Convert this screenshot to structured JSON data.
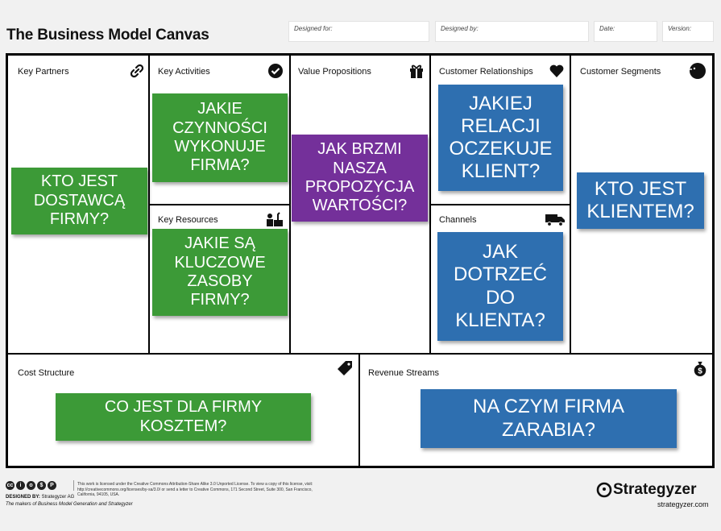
{
  "header": {
    "title": "The Business Model Canvas",
    "fields": [
      {
        "label": "Designed for:"
      },
      {
        "label": "Designed by:"
      },
      {
        "label": "Date:"
      },
      {
        "label": "Version:"
      }
    ]
  },
  "blocks": {
    "key_partners": {
      "label": "Key Partners",
      "icon": "link-icon"
    },
    "key_activities": {
      "label": "Key Activities",
      "icon": "checkmark-icon"
    },
    "key_resources": {
      "label": "Key Resources",
      "icon": "factory-worker-icon"
    },
    "value_propositions": {
      "label": "Value Propositions",
      "icon": "gift-icon"
    },
    "customer_relationships": {
      "label": "Customer Relationships",
      "icon": "heart-icon"
    },
    "channels": {
      "label": "Channels",
      "icon": "truck-icon"
    },
    "customer_segments": {
      "label": "Customer Segments",
      "icon": "head-icon"
    },
    "cost_structure": {
      "label": "Cost Structure",
      "icon": "price-tag-icon"
    },
    "revenue_streams": {
      "label": "Revenue Streams",
      "icon": "money-bag-icon"
    }
  },
  "notes": {
    "key_partners": "KTO JEST\nDOSTAWCĄ\nFIRMY?",
    "key_activities": "JAKIE\nCZYNNOŚCI\nWYKONUJE\nFIRMA?",
    "key_resources": "JAKIE SĄ\nKLUCZOWE\nZASOBY\nFIRMY?",
    "value_propositions": "JAK BRZMI\nNASZA\nPROPOZYCJA\nWARTOŚCI?",
    "customer_relationships": "JAKIEJ\nRELACJI\nOCZEKUJE\nKLIENT?",
    "channels": "JAK\nDOTRZEĆ\nDO\nKLIENTA?",
    "customer_segments": "KTO JEST\nKLIENTEM?",
    "cost_structure": "CO JEST DLA FIRMY\nKOSZTEM?",
    "revenue_streams": "NA CZYM FIRMA\nZARABIA?"
  },
  "colors": {
    "green": "#3c9a37",
    "purple": "#74309a",
    "blue": "#2e6fb0"
  },
  "footer": {
    "license_text": "This work is licensed under the Creative Commons Attribution-Share Alike 3.0 Unported License. To view a copy of this license, visit:",
    "license_text_2": "http://creativecommons.org/licenses/by-sa/3.0/ or send a letter to Creative Commons, 171 Second Street, Suite 300, San Francisco, California, 94105, USA.",
    "designed_by_label": "DESIGNED BY:",
    "designed_by_value": "Strategyzer AG",
    "tagline": "The makers of Business Model Generation and Strategyzer",
    "brand": "Strategyzer",
    "brand_url": "strategyzer.com"
  }
}
